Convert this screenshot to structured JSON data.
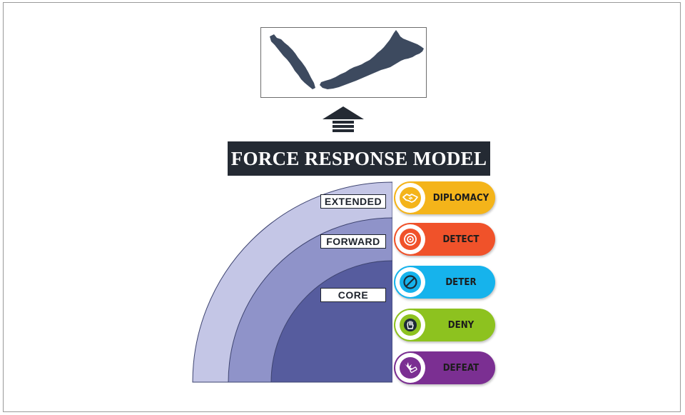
{
  "title": "FORCE RESPONSE MODEL",
  "zones": [
    {
      "label": "EXTENDED",
      "color": "#c4c6e6"
    },
    {
      "label": "FORWARD",
      "color": "#8f93c9"
    },
    {
      "label": "CORE",
      "color": "#565c9e"
    }
  ],
  "responses": [
    {
      "label": "DIPLOMACY",
      "color": "#f4b41a",
      "icon": "handshake-icon"
    },
    {
      "label": "DETECT",
      "color": "#f0522a",
      "icon": "target-icon"
    },
    {
      "label": "DETER",
      "color": "#16b3ec",
      "icon": "prohibited-icon"
    },
    {
      "label": "DENY",
      "color": "#8dc21f",
      "icon": "stop-hand-icon"
    },
    {
      "label": "DEFEAT",
      "color": "#7b2f92",
      "icon": "explosion-icon"
    }
  ],
  "colors": {
    "title_bar": "#242a33",
    "map_fill": "#3d4a5f",
    "arrow": "#242a33"
  }
}
